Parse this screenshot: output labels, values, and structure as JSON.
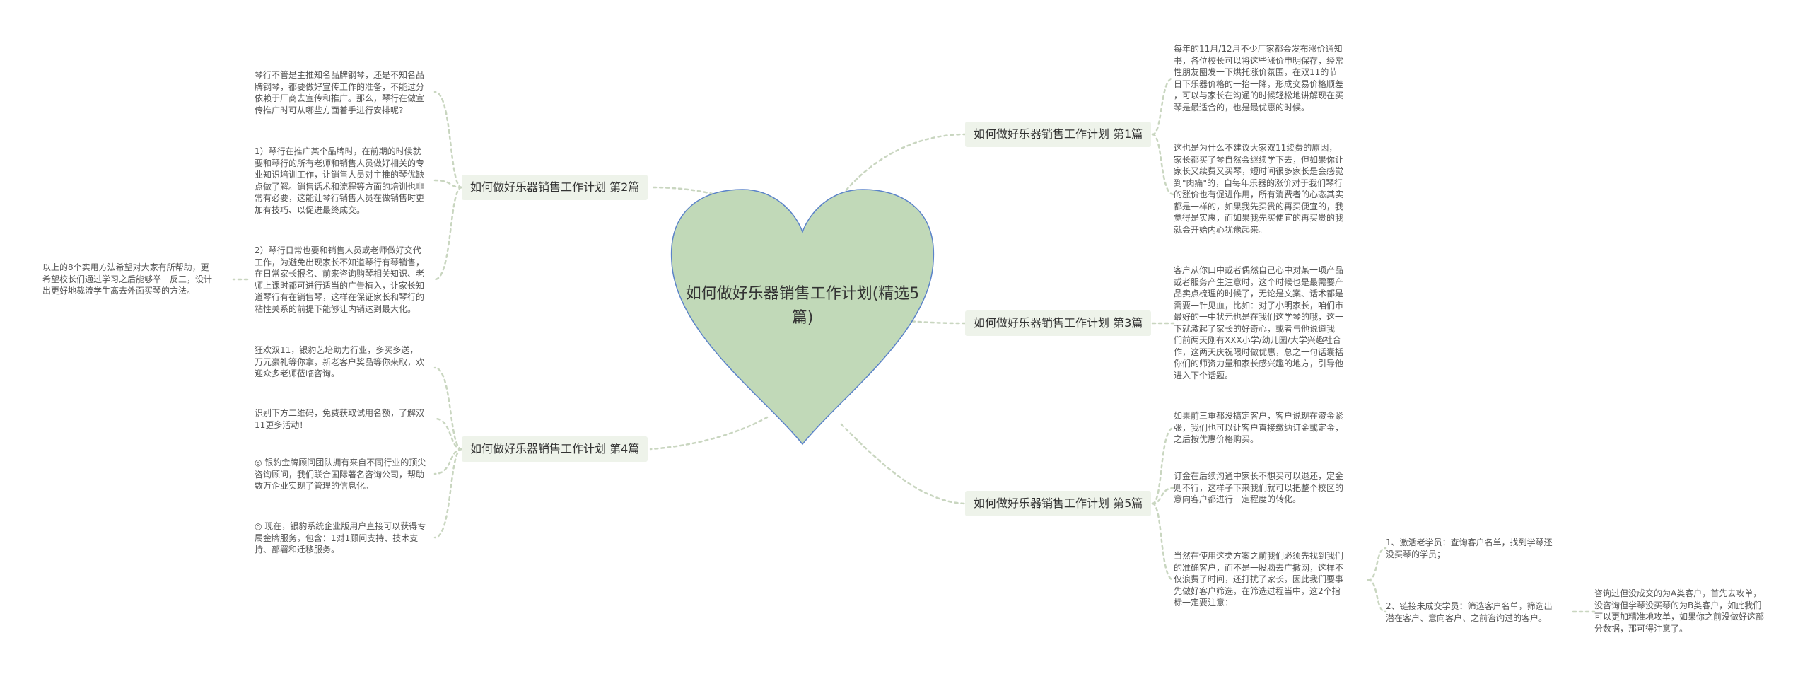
{
  "central_topic": "如何做好乐器销售工作计划(精选5篇)",
  "colors": {
    "heart_fill": "#c1d9b8",
    "heart_stroke": "#5b83c9",
    "branch_bg": "#eef3ea",
    "connector": "#c9d6c0"
  },
  "branches": {
    "b1": {
      "label": "如何做好乐器销售工作计划 第1篇",
      "leaves": [
        "每年的11月/12月不少厂家都会发布涨价通知\n书，各位校长可以将这些涨价申明保存，经常\n性朋友圈发一下烘托涨价氛围，在双11的节\n日下乐器价格的一抬一降，形成交易价格顺差\n，可以与家长在沟通的时候轻松地讲解现在买\n琴是最适合的，也是最优惠的时候。",
        "这也是为什么不建议大家双11续费的原因，\n家长都买了琴自然会继续学下去，但如果你让\n家长又续费又买琴，短时间很多家长是会感觉\n到\"肉痛\"的，自每年乐器的涨价对于我们琴行\n的涨价也有促进作用，所有消费者的心态其实\n都是一样的，如果我先买贵的再买便宜的，我\n觉得是实惠，而如果我先买便宜的再买贵的我\n就会开始内心犹豫起来。"
      ]
    },
    "b2": {
      "label": "如何做好乐器销售工作计划 第2篇",
      "leaves": [
        "琴行不管是主推知名品牌钢琴，还是不知名品\n牌钢琴，都要做好宣传工作的准备，不能过分\n依赖于厂商去宣传和推广。那么，琴行在做宣\n传推广时可从哪些方面着手进行安排呢?",
        "1）琴行在推广某个品牌时，在前期的时候就\n要和琴行的所有老师和销售人员做好相关的专\n业知识培训工作，让销售人员对主推的琴优缺\n点做了解。销售话术和流程等方面的培训也非\n常有必要，这能让琴行销售人员在做销售时更\n加有技巧、以促进最终成交。",
        "2）琴行日常也要和销售人员或老师做好交代\n工作，为避免出现家长不知道琴行有琴销售，\n在日常家长报名、前来咨询购琴相关知识、老\n师上课时都可进行适当的广告植入，让家长知\n道琴行有在销售琴，这样在保证家长和琴行的\n粘性关系的前提下能够让内销达到最大化。"
      ],
      "sub_leaf": "以上的8个实用方法希望对大家有所帮助，更\n希望校长们通过学习之后能够举一反三，设计\n出更好地裁流学生离去外面买琴的方法。"
    },
    "b3": {
      "label": "如何做好乐器销售工作计划 第3篇",
      "leaves": [
        "客户从你口中或者偶然自己心中对某一项产品\n或者服务产生注意时，这个时候也是最需要产\n品卖点梳理的时候了，无论是文案、话术都是\n需要一针见血，比如：对了小明家长，咱们市\n最好的一中状元也是在我们这学琴的哦，这一\n下就激起了家长的好奇心，或者与他说道我\n们前两天刚有XXX小学/幼儿园/大学兴趣社合\n作，这两天庆祝限时做优惠，总之一句话囊括\n你们的师资力量和家长感兴趣的地方，引导他\n进入下个话题。"
      ]
    },
    "b4": {
      "label": "如何做好乐器销售工作计划 第4篇",
      "leaves": [
        "狂欢双11，银豹艺培助力行业，多买多送，\n万元豪礼等你拿，新老客户奖品等你来取，欢\n迎众多老师莅临咨询。",
        "识别下方二维码，免费获取试用名额，了解双\n11更多活动！",
        "◎ 银豹金牌顾问团队拥有来自不同行业的顶尖\n咨询顾问，我们联合国际著名咨询公司，帮助\n数万企业实现了管理的信息化。",
        "◎ 现在，银豹系统企业版用户直接可以获得专\n属金牌服务，包含：1对1顾问支持、技术支\n持、部署和迁移服务。"
      ]
    },
    "b5": {
      "label": "如何做好乐器销售工作计划 第5篇",
      "leaves": [
        "如果前三重都没搞定客户，客户说现在资金紧\n张，我们也可以让客户直接缴纳订金或定金，\n之后按优惠价格购买。",
        "订金在后续沟通中家长不想买可以退还，定金\n则不行，这样子下来我们就可以把整个校区的\n意向客户都进行一定程度的转化。",
        "当然在使用这类方案之前我们必须先找到我们\n的准确客户，而不是一股脑去广撒网，这样不\n仅浪费了时间，还打扰了家长，因此我们要事\n先做好客户筛选，在筛选过程当中，这2个指\n标一定要注意："
      ],
      "sub_leaves": [
        "1、激活老学员：查询客户名单，找到学琴还\n没买琴的学员；",
        "2、链接未成交学员：筛选客户名单，筛选出\n潜在客户、意向客户、之前咨询过的客户。"
      ],
      "sub_sub_leaf": "咨询过但没成交的为A类客户，首先去攻单，\n没咨询但学琴没买琴的为B类客户，如此我们\n可以更加精准地攻单，如果你之前没做好这部\n分数据，那可得注意了。"
    }
  }
}
